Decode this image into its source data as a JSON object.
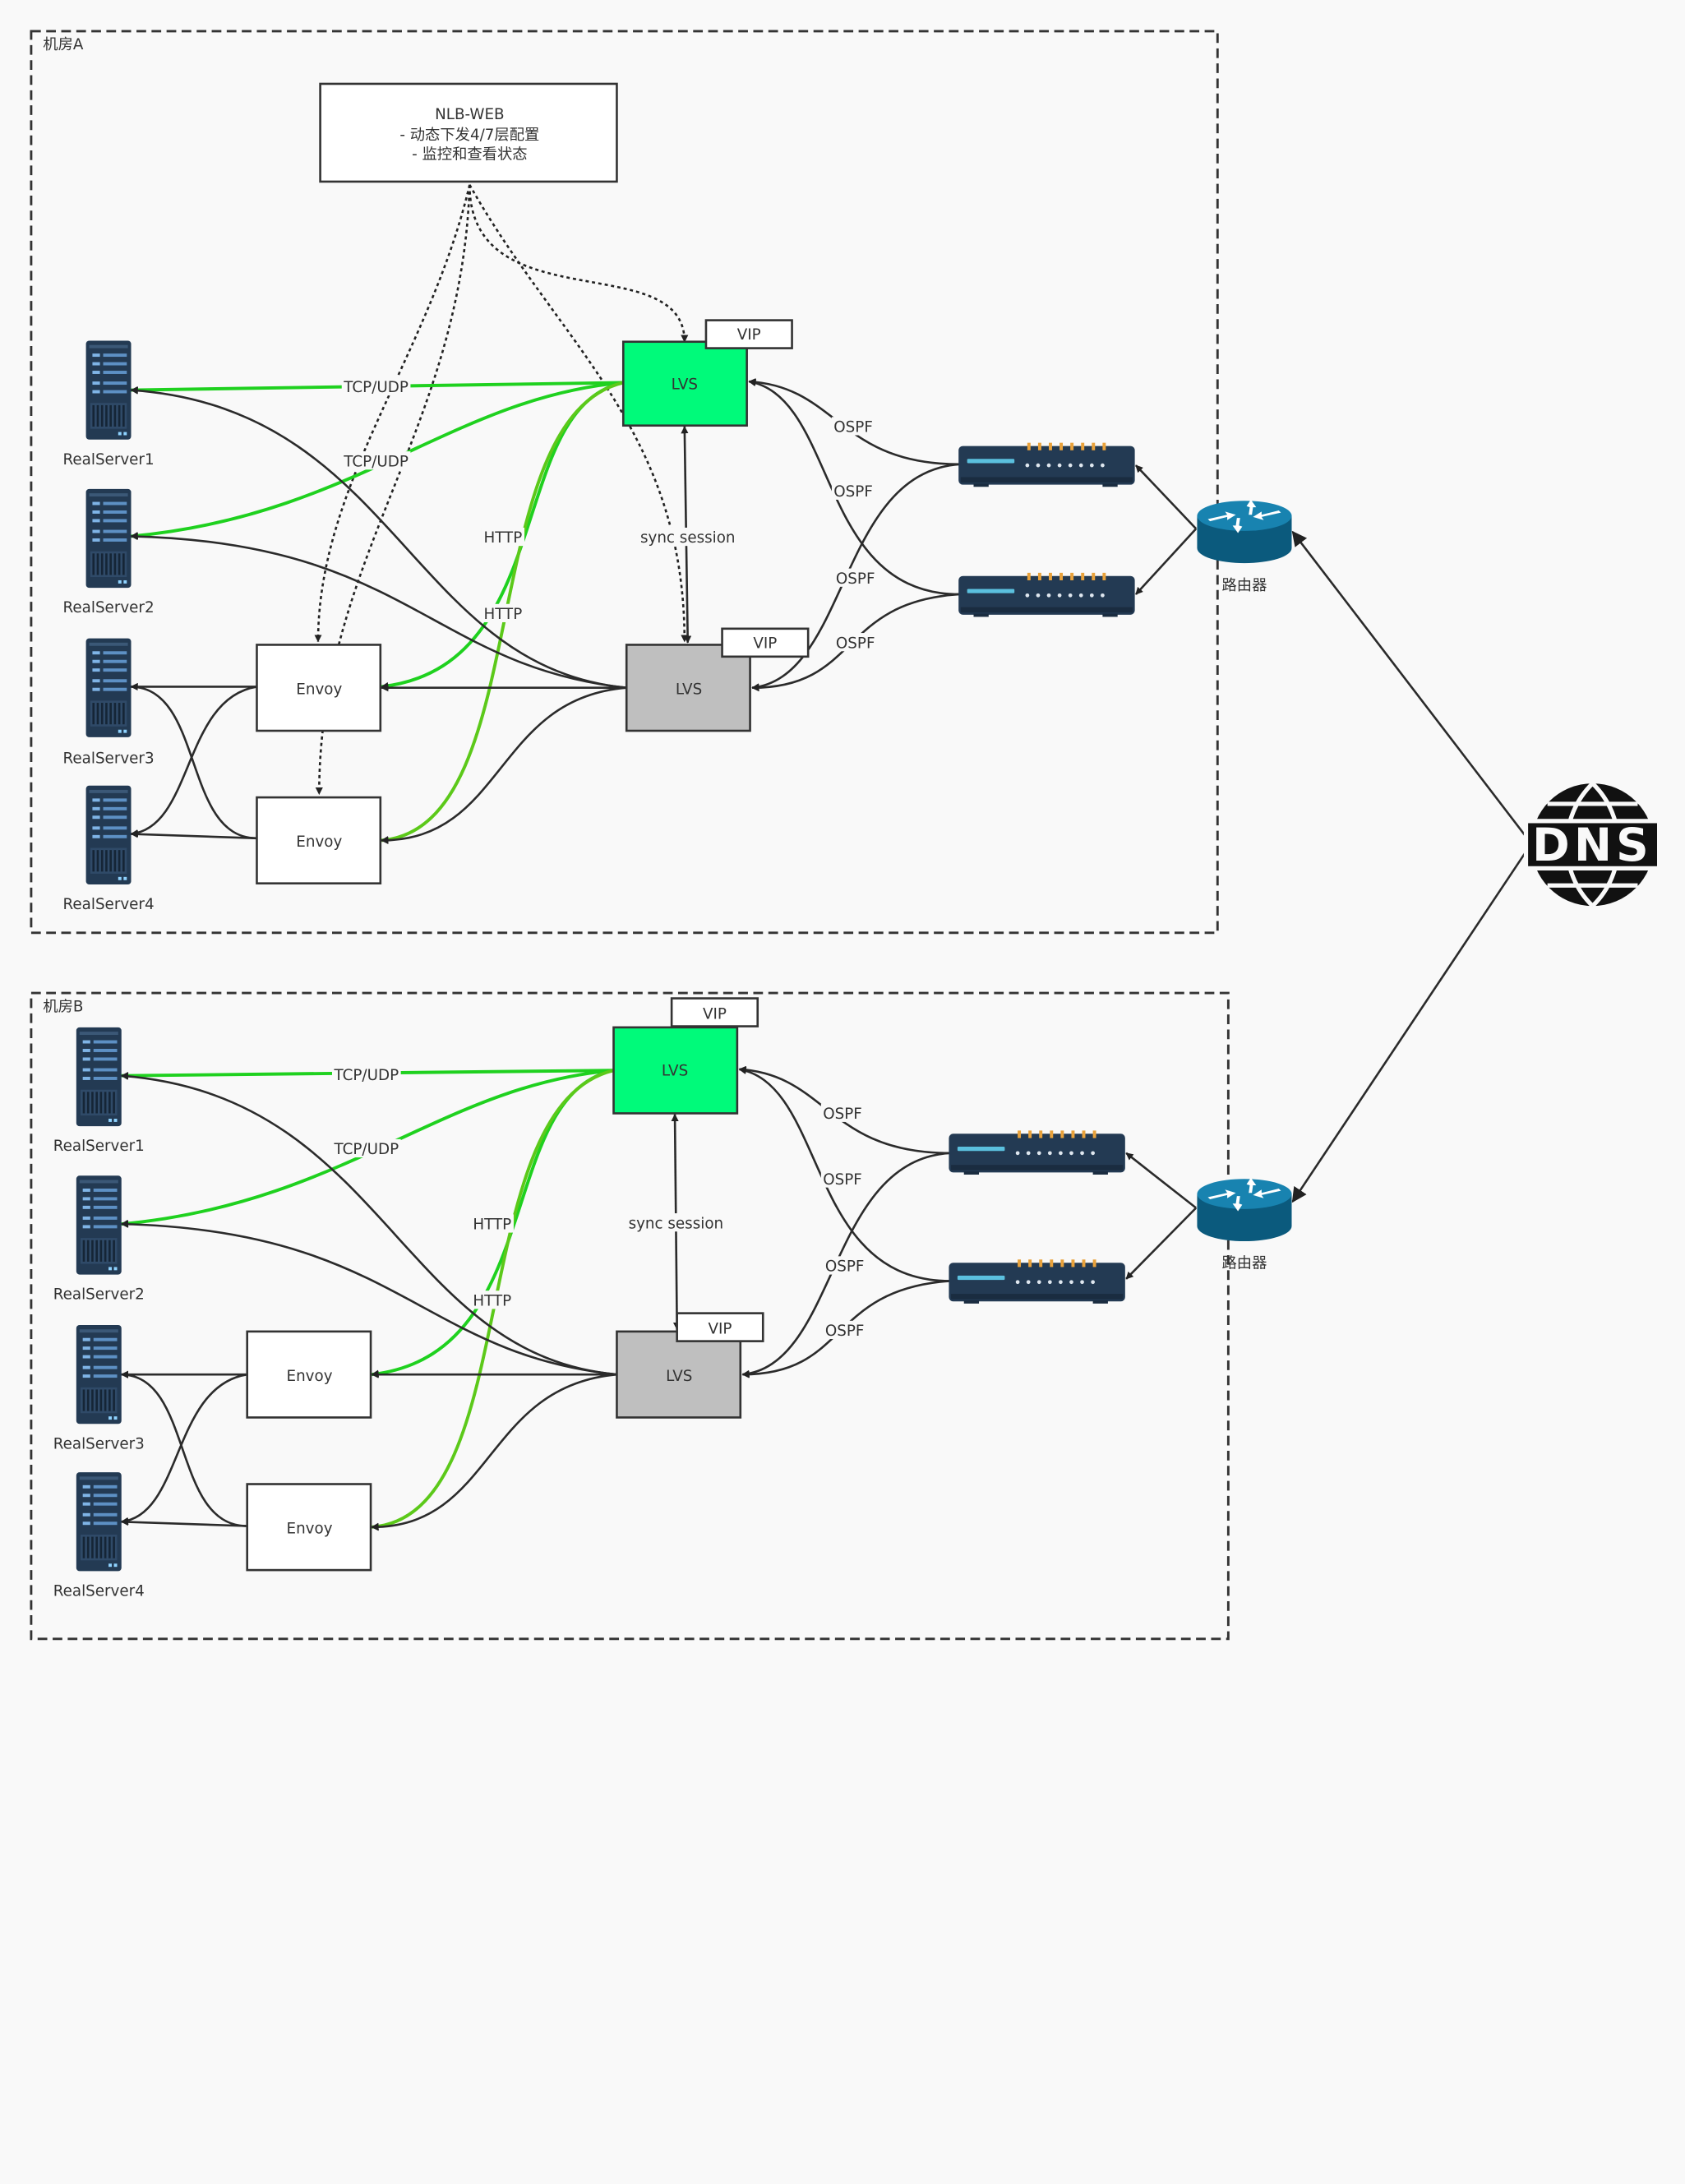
{
  "colors": {
    "background": "#f9f9f9",
    "lvs_active": "#00fa7a",
    "lvs_standby": "#bfbfbf",
    "green_link": "#1fd11f",
    "green_link_2": "#5cc91a",
    "line": "#2b2b2b",
    "server": "#233a53",
    "router": "#0f6d96"
  },
  "roomA": {
    "label": "机房A",
    "nlb": {
      "title": "NLB-WEB",
      "line1": "- 动态下发4/7层配置",
      "line2": "- 监控和查看状态"
    },
    "lvs_active": {
      "label": "LVS",
      "vip": "VIP"
    },
    "lvs_standby": {
      "label": "LVS",
      "vip": "VIP"
    },
    "envoy1": "Envoy",
    "envoy2": "Envoy",
    "servers": [
      "RealServer1",
      "RealServer2",
      "RealServer3",
      "RealServer4"
    ],
    "links": {
      "tcp1": "TCP/UDP",
      "tcp2": "TCP/UDP",
      "http1": "HTTP",
      "http2": "HTTP",
      "sync": "sync session",
      "ospf1": "OSPF",
      "ospf2": "OSPF",
      "ospf3": "OSPF",
      "ospf4": "OSPF"
    },
    "router": "路由器"
  },
  "roomB": {
    "label": "机房B",
    "lvs_active": {
      "label": "LVS",
      "vip": "VIP"
    },
    "lvs_standby": {
      "label": "LVS",
      "vip": "VIP"
    },
    "envoy1": "Envoy",
    "envoy2": "Envoy",
    "servers": [
      "RealServer1",
      "RealServer2",
      "RealServer3",
      "RealServer4"
    ],
    "links": {
      "tcp1": "TCP/UDP",
      "tcp2": "TCP/UDP",
      "http1": "HTTP",
      "http2": "HTTP",
      "sync": "sync session",
      "ospf1": "OSPF",
      "ospf2": "OSPF",
      "ospf3": "OSPF",
      "ospf4": "OSPF"
    },
    "router": "路由器"
  },
  "dns": {
    "logo_text": "DNS",
    "icon": "dns-globe-icon"
  }
}
